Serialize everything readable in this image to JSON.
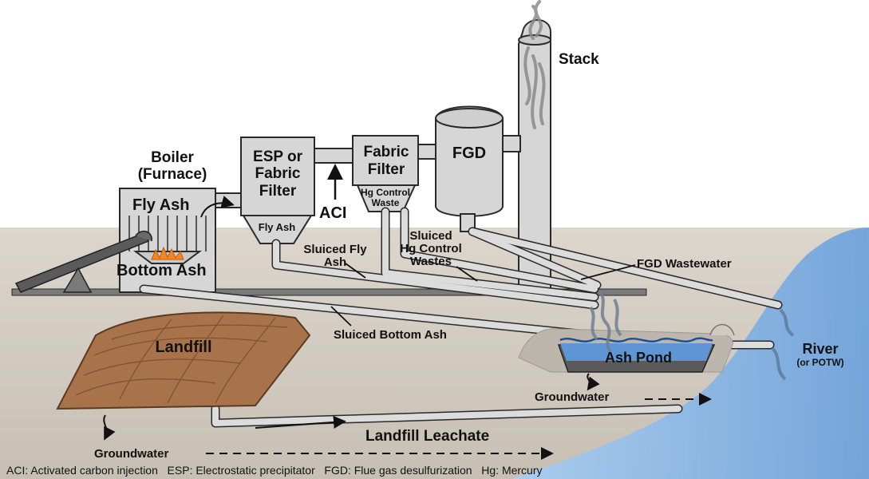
{
  "labels": {
    "stack": "Stack",
    "boiler_line1": "Boiler",
    "boiler_line2": "(Furnace)",
    "fly_ash_boiler": "Fly Ash",
    "bottom_ash": "Bottom Ash",
    "esp_line1": "ESP or",
    "esp_line2": "Fabric",
    "esp_line3": "Filter",
    "fly_ash_hopper": "Fly Ash",
    "aci": "ACI",
    "fabric_line1": "Fabric",
    "fabric_line2": "Filter",
    "hg_waste_line1": "Hg Control",
    "hg_waste_line2": "Waste",
    "fgd": "FGD",
    "sluiced_fly_line1": "Sluiced Fly",
    "sluiced_fly_line2": "Ash",
    "sluiced_hg_line1": "Sluiced",
    "sluiced_hg_line2": "Hg Control",
    "sluiced_hg_line3": "Wastes",
    "fgd_wastewater": "FGD Wastewater",
    "sluiced_bottom_ash": "Sluiced Bottom Ash",
    "landfill": "Landfill",
    "ash_pond": "Ash Pond",
    "river": "River",
    "river_sub": "(or POTW)",
    "groundwater_pond": "Groundwater",
    "groundwater_landfill": "Groundwater",
    "landfill_leachate": "Landfill Leachate"
  },
  "footer": "ACI: Activated carbon injection   ESP: Electrostatic precipitator   FGD: Flue gas desulfurization   Hg: Mercury",
  "colors": {
    "sky": "#ffffff",
    "ground": "#d7d0c6",
    "equipment": "#d6d6d6",
    "outline": "#2a2a2a",
    "water": "#8fb8e3",
    "landfill": "#a8734a",
    "smoke": "#8a8a8a"
  }
}
